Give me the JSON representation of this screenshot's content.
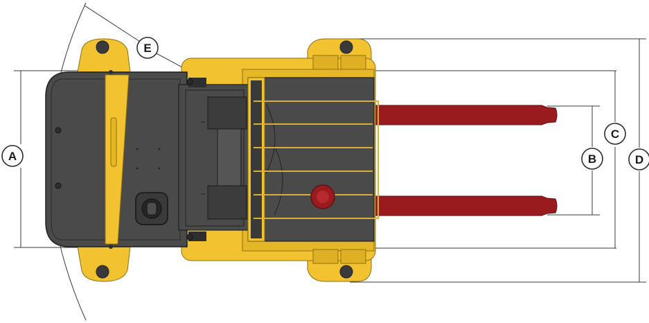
{
  "diagram": {
    "title": "",
    "callouts": {
      "a": "A",
      "b": "B",
      "c": "C",
      "d": "D",
      "e": "E"
    },
    "colors": {
      "chassis": "#f2c230",
      "chassis_dark": "#caa21d",
      "body": "#4a4a4a",
      "body_dark": "#333333",
      "forks": "#9a1b1e",
      "forks_light": "#b52a2c",
      "dimension_line": "#3a3a3a"
    }
  }
}
